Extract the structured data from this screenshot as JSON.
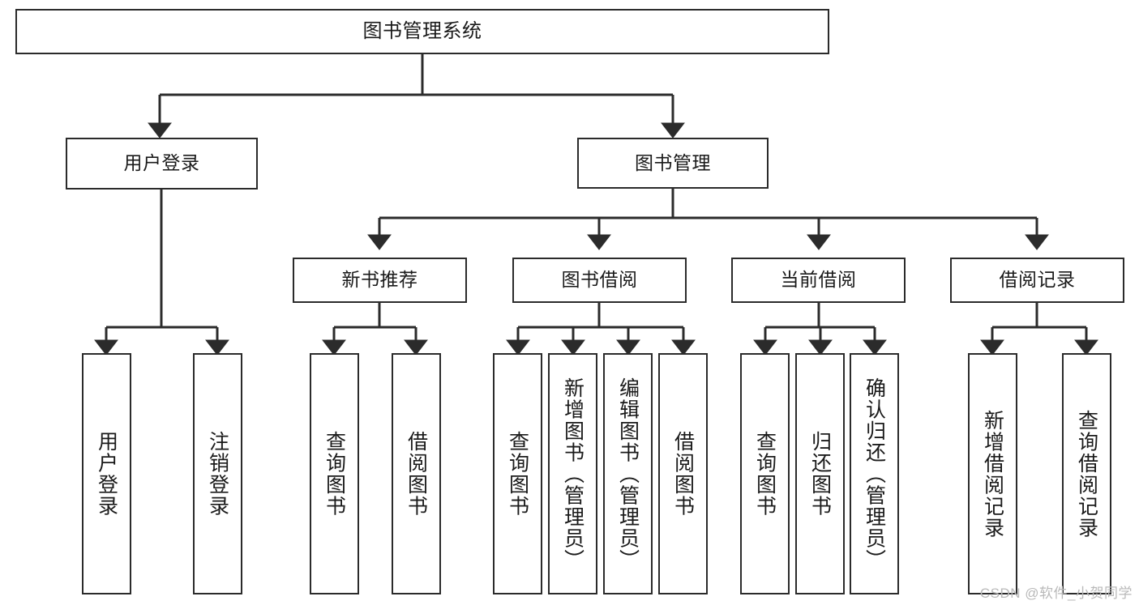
{
  "diagram": {
    "type": "tree",
    "title": "图书管理系统",
    "watermark": "CSDN @软件_小贺同学",
    "colors": {
      "background": "#ffffff",
      "box_border": "#2b2b2b",
      "box_fill": "#ffffff",
      "connector": "#2b2b2b",
      "watermark_text": "#b9b9b9"
    },
    "root": {
      "label": "图书管理系统"
    },
    "level2": [
      {
        "id": "user-login",
        "label": "用户登录"
      },
      {
        "id": "book-manage",
        "label": "图书管理"
      }
    ],
    "level3": [
      {
        "id": "new-book-recommend",
        "label": "新书推荐",
        "parent": "book-manage"
      },
      {
        "id": "book-borrow",
        "label": "图书借阅",
        "parent": "book-manage"
      },
      {
        "id": "current-borrow",
        "label": "当前借阅",
        "parent": "book-manage"
      },
      {
        "id": "borrow-record",
        "label": "借阅记录",
        "parent": "book-manage"
      }
    ],
    "leaves": {
      "user_login": [
        {
          "id": "leaf-user-login",
          "label": "用户登录"
        },
        {
          "id": "leaf-logout-login",
          "label": "注销登录"
        }
      ],
      "new_book_recommend": [
        {
          "id": "leaf-query-book-1",
          "label": "查询图书"
        },
        {
          "id": "leaf-borrow-book-1",
          "label": "借阅图书"
        }
      ],
      "book_borrow": [
        {
          "id": "leaf-query-book-2",
          "label": "查询图书"
        },
        {
          "id": "leaf-add-book",
          "label": "新增图书（管理员）"
        },
        {
          "id": "leaf-edit-book",
          "label": "编辑图书（管理员）"
        },
        {
          "id": "leaf-borrow-book-2",
          "label": "借阅图书"
        }
      ],
      "current_borrow": [
        {
          "id": "leaf-query-book-3",
          "label": "查询图书"
        },
        {
          "id": "leaf-return-book",
          "label": "归还图书"
        },
        {
          "id": "leaf-confirm-return",
          "label": "确认归还（管理员）"
        }
      ],
      "borrow_record": [
        {
          "id": "leaf-add-record",
          "label": "新增借阅记录"
        },
        {
          "id": "leaf-query-record",
          "label": "查询借阅记录"
        }
      ]
    }
  }
}
